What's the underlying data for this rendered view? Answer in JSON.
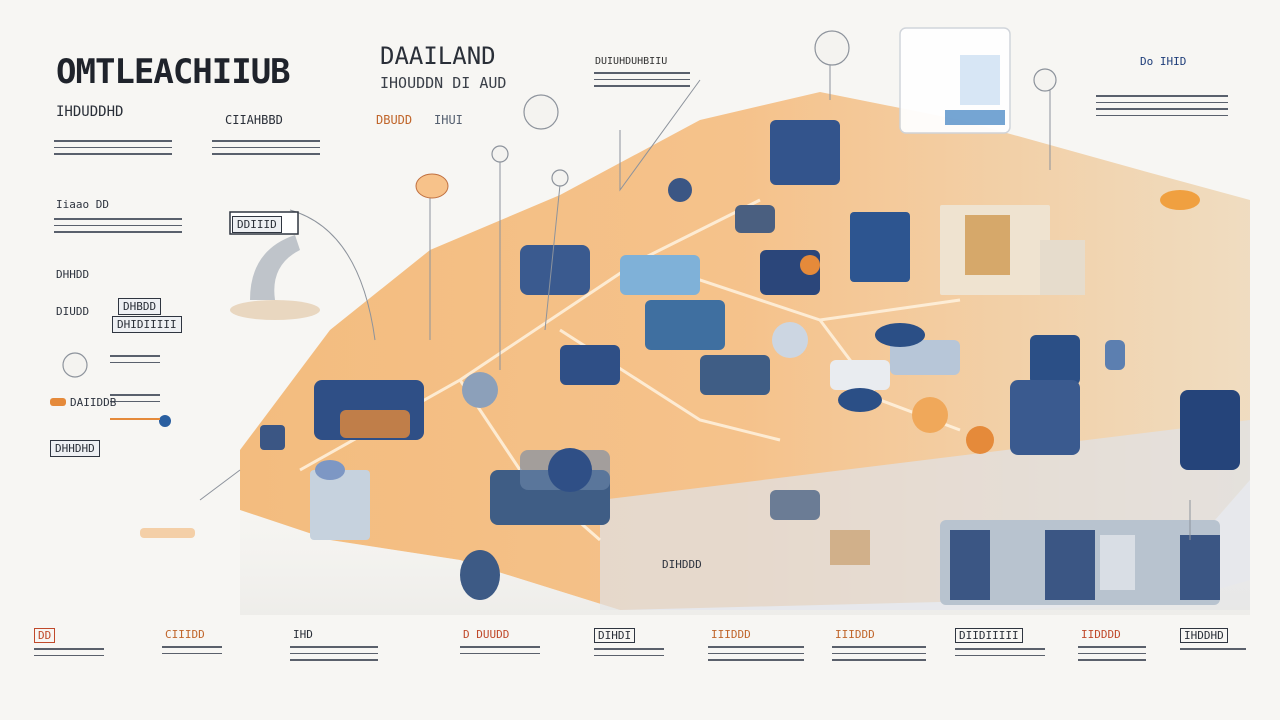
{
  "header": {
    "title": "OMTLEACHIIUB",
    "subtitle": "IHDUDDHD",
    "center_title": "DAAILAND",
    "center_subtitle": "IHOUDDN DI AUD",
    "tag_orange": "DBUDD",
    "tag_gray": "IHUI",
    "label_a": "CIIAHBBD",
    "top_label": "DUIUHDUHBIIU",
    "right_label": "Do IHID"
  },
  "sidebar": {
    "item_1": "Iiaao DD",
    "box_1": "DDIIID",
    "item_2": "DHHDD",
    "box_2": "DHBDD",
    "item_3": "DIUDD",
    "box_3": "DHIDIIIII",
    "item_4": "DAIIDDB",
    "item_5": "DHHDHD"
  },
  "floor_label": "DIHDDD",
  "bottom": {
    "items": [
      "DD",
      "CIIIDD",
      "IHD",
      "D DUUDD",
      "DIHDI",
      "IIIDDD",
      "IIIDDD",
      "DIIDIIIII",
      "IIDDDD",
      "IHDDHD"
    ]
  },
  "colors": {
    "accent_orange": "#f0a85a",
    "accent_blue": "#2f4f86",
    "background": "#f7f6f3"
  }
}
